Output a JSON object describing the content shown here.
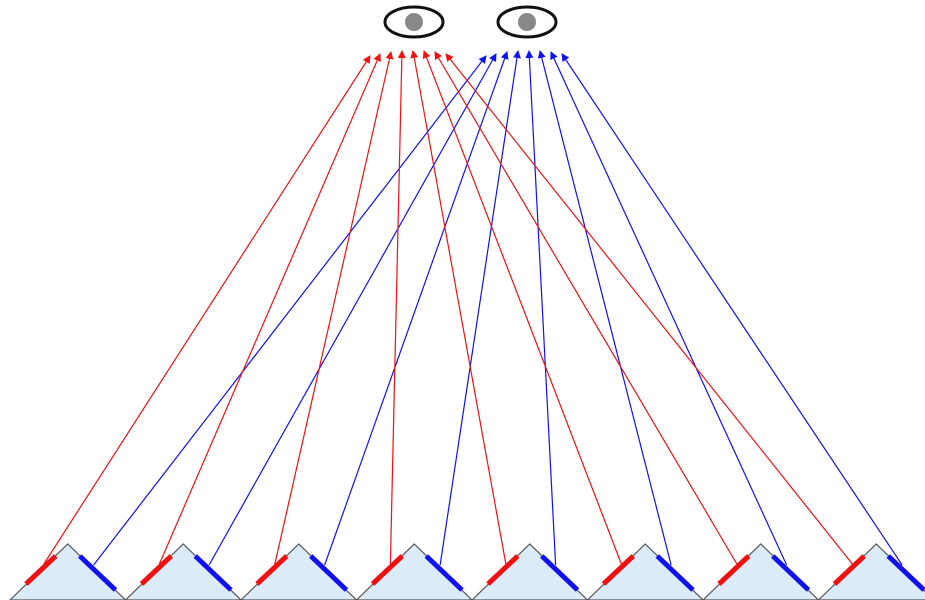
{
  "diagram": {
    "colors": {
      "left": "#ee1111",
      "right": "#1111ee",
      "prism_fill": "#dcebf8",
      "prism_edge": "#555555",
      "eye_outline": "#111111",
      "pupil": "#888888",
      "background": "#ffffff"
    },
    "eyes": [
      {
        "id": "left",
        "icon": "eye-icon",
        "color_key": "left"
      },
      {
        "id": "right",
        "icon": "eye-icon",
        "color_key": "right"
      }
    ],
    "prisms": [
      {
        "index": 1
      },
      {
        "index": 2
      },
      {
        "index": 3
      },
      {
        "index": 4
      },
      {
        "index": 5
      },
      {
        "index": 6
      },
      {
        "index": 7
      },
      {
        "index": 8
      }
    ]
  }
}
